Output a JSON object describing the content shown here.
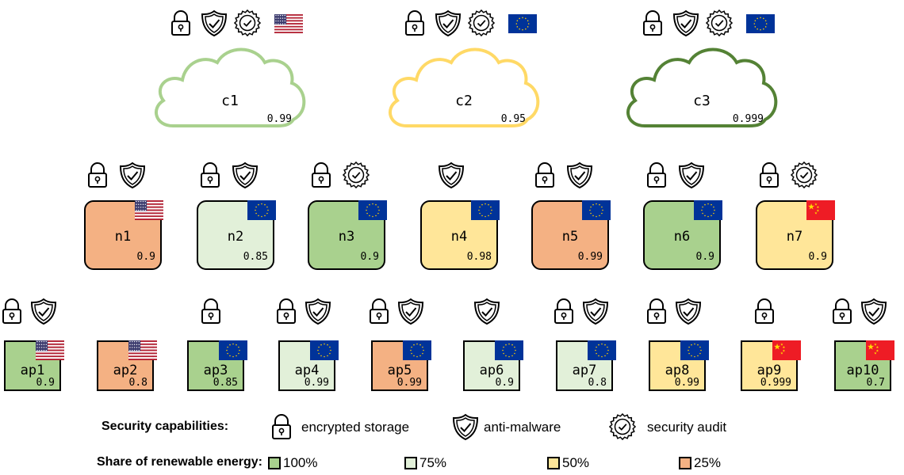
{
  "colors": {
    "r100": "#a9d18e",
    "r75": "#e2f0d9",
    "r50": "#ffe699",
    "r25": "#f4b183",
    "c1_outline": "#a9d18e",
    "c2_outline": "#ffd966",
    "c3_outline": "#548235",
    "eu_blue": "#003399",
    "eu_star": "#ffcc00",
    "cn_red": "#ee1c25",
    "us_red": "#b22234",
    "us_blue": "#3c3b6e"
  },
  "clouds": [
    {
      "label": "c1",
      "value": "0.99",
      "renewable": "r100",
      "flag": "us",
      "icons": [
        "lock-icon",
        "shield-icon",
        "audit-icon"
      ]
    },
    {
      "label": "c2",
      "value": "0.95",
      "renewable": "r50",
      "flag": "eu",
      "icons": [
        "lock-icon",
        "shield-icon",
        "audit-icon"
      ]
    },
    {
      "label": "c3",
      "value": "0.999",
      "renewable": "r100dark",
      "flag": "eu",
      "icons": [
        "lock-icon",
        "shield-icon",
        "audit-icon"
      ]
    }
  ],
  "nodes": [
    {
      "label": "n1",
      "value": "0.9",
      "renewable": "r25",
      "flag": "us",
      "icons": [
        "lock-icon",
        "shield-icon"
      ]
    },
    {
      "label": "n2",
      "value": "0.85",
      "renewable": "r75",
      "flag": "eu",
      "icons": [
        "lock-icon",
        "shield-icon"
      ]
    },
    {
      "label": "n3",
      "value": "0.9",
      "renewable": "r100",
      "flag": "eu",
      "icons": [
        "lock-icon",
        "audit-icon"
      ]
    },
    {
      "label": "n4",
      "value": "0.98",
      "renewable": "r50",
      "flag": "eu",
      "icons": [
        "shield-icon"
      ]
    },
    {
      "label": "n5",
      "value": "0.99",
      "renewable": "r25",
      "flag": "eu",
      "icons": [
        "lock-icon",
        "shield-icon"
      ]
    },
    {
      "label": "n6",
      "value": "0.9",
      "renewable": "r100",
      "flag": "eu",
      "icons": [
        "lock-icon",
        "shield-icon"
      ]
    },
    {
      "label": "n7",
      "value": "0.9",
      "renewable": "r50",
      "flag": "cn",
      "icons": [
        "lock-icon",
        "audit-icon"
      ]
    }
  ],
  "access_points": [
    {
      "label": "ap1",
      "value": "0.9",
      "renewable": "r100",
      "flag": "us",
      "icons": [
        "lock-icon",
        "shield-icon"
      ]
    },
    {
      "label": "ap2",
      "value": "0.8",
      "renewable": "r25",
      "flag": "us",
      "icons": []
    },
    {
      "label": "ap3",
      "value": "0.85",
      "renewable": "r100",
      "flag": "eu",
      "icons": [
        "lock-icon"
      ]
    },
    {
      "label": "ap4",
      "value": "0.99",
      "renewable": "r75",
      "flag": "eu",
      "icons": [
        "lock-icon",
        "shield-icon"
      ]
    },
    {
      "label": "ap5",
      "value": "0.99",
      "renewable": "r25",
      "flag": "eu",
      "icons": [
        "lock-icon",
        "shield-icon"
      ]
    },
    {
      "label": "ap6",
      "value": "0.9",
      "renewable": "r75",
      "flag": "eu",
      "icons": [
        "shield-icon"
      ]
    },
    {
      "label": "ap7",
      "value": "0.8",
      "renewable": "r75",
      "flag": "eu",
      "icons": [
        "lock-icon",
        "shield-icon"
      ]
    },
    {
      "label": "ap8",
      "value": "0.99",
      "renewable": "r50",
      "flag": "eu",
      "icons": [
        "lock-icon",
        "shield-icon"
      ]
    },
    {
      "label": "ap9",
      "value": "0.999",
      "renewable": "r50",
      "flag": "cn",
      "icons": [
        "lock-icon"
      ]
    },
    {
      "label": "ap10",
      "value": "0.7",
      "renewable": "r100",
      "flag": "cn",
      "icons": [
        "lock-icon",
        "shield-icon"
      ]
    }
  ],
  "legend": {
    "security_title": "Security capabilities:",
    "security_items": [
      {
        "icon": "lock-icon",
        "label": "encrypted storage"
      },
      {
        "icon": "shield-icon",
        "label": "anti-malware"
      },
      {
        "icon": "audit-icon",
        "label": "security audit"
      }
    ],
    "energy_title": "Share of renewable energy:",
    "energy_items": [
      {
        "swatch": "r100",
        "label": "100%"
      },
      {
        "swatch": "r75",
        "label": "75%"
      },
      {
        "swatch": "r50",
        "label": "50%"
      },
      {
        "swatch": "r25",
        "label": "25%"
      }
    ]
  }
}
